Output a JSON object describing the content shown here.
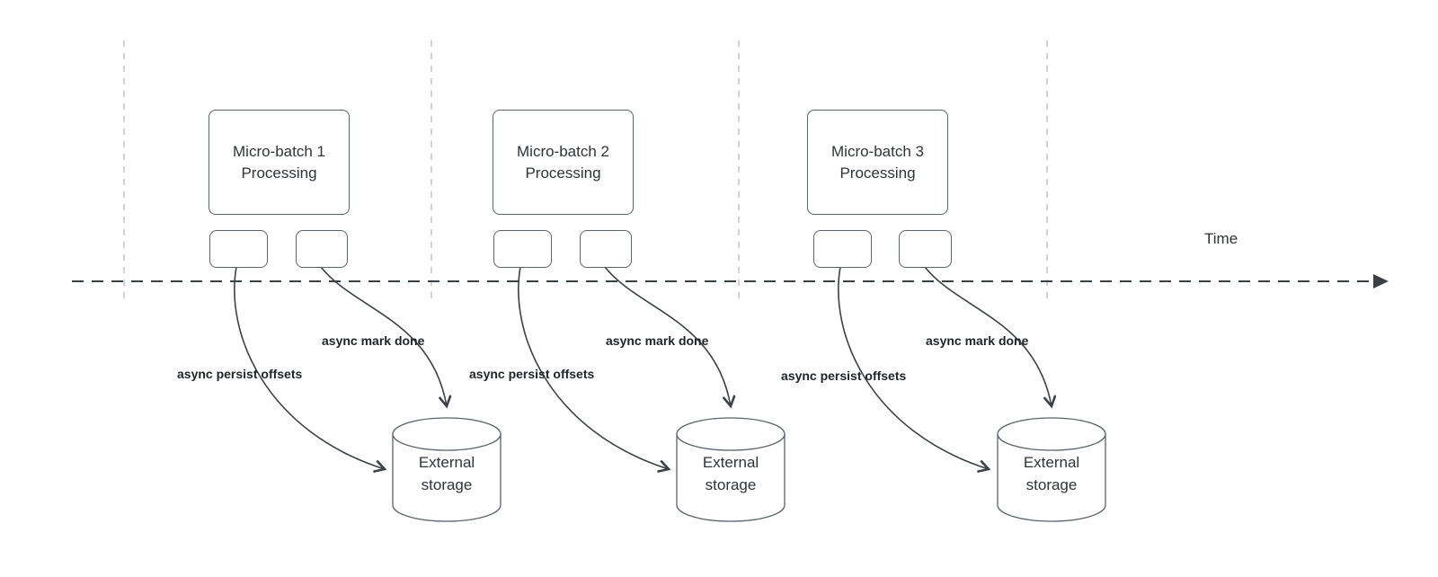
{
  "diagram": {
    "time_label": "Time",
    "groups": [
      {
        "title_line1": "Micro-batch 1",
        "title_line2": "Processing",
        "persist_label": "async persist offsets",
        "done_label": "async mark done",
        "storage_line1": "External",
        "storage_line2": "storage"
      },
      {
        "title_line1": "Micro-batch 2",
        "title_line2": "Processing",
        "persist_label": "async persist offsets",
        "done_label": "async mark done",
        "storage_line1": "External",
        "storage_line2": "storage"
      },
      {
        "title_line1": "Micro-batch 3",
        "title_line2": "Processing",
        "persist_label": "async persist offsets",
        "done_label": "async mark done",
        "storage_line1": "External",
        "storage_line2": "storage"
      }
    ]
  }
}
